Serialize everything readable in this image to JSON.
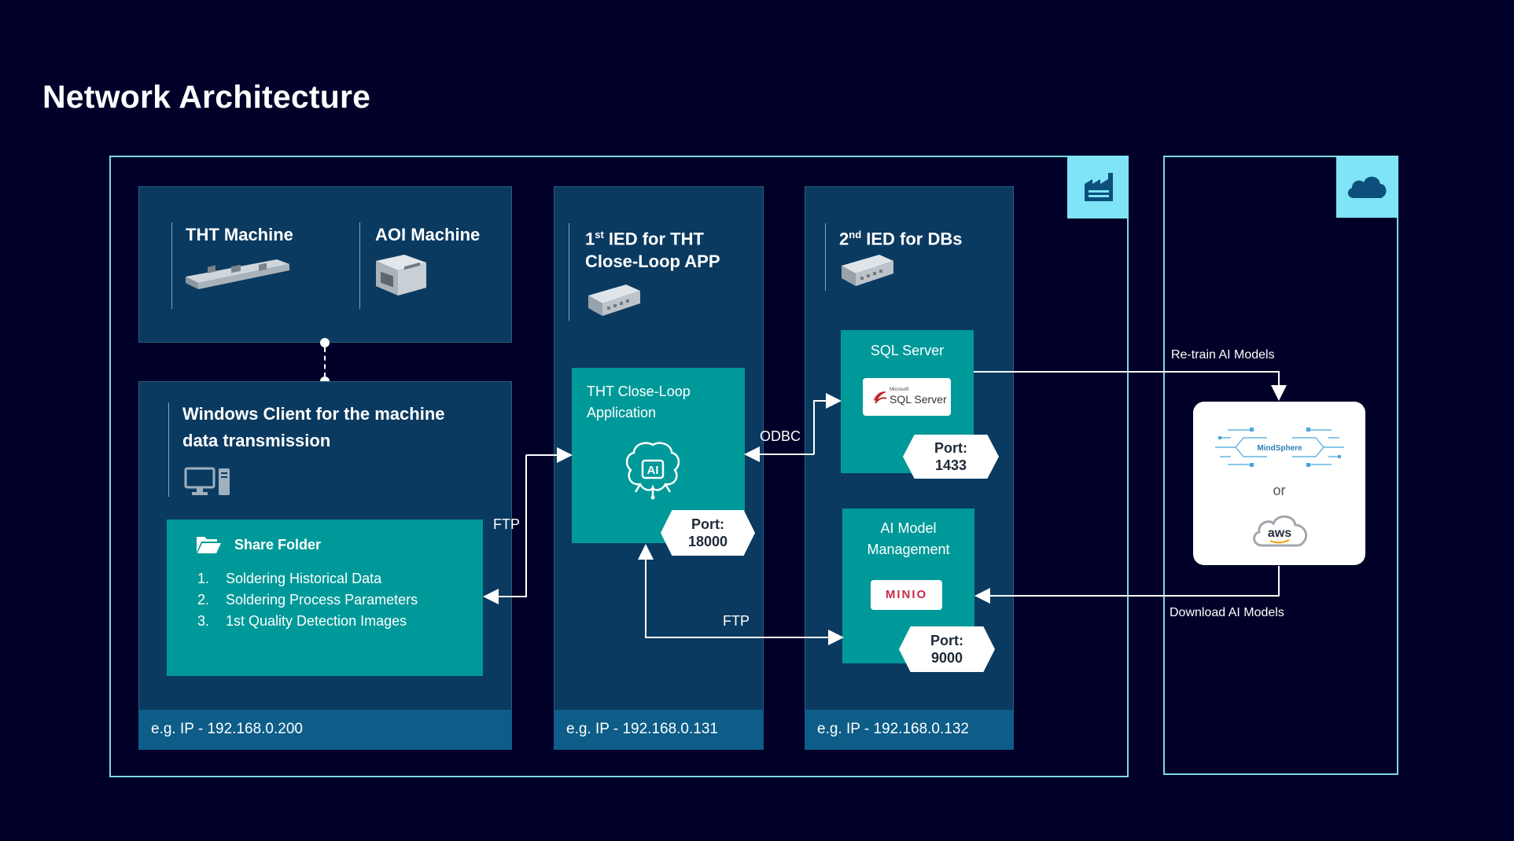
{
  "title": "Network Architecture",
  "machines": {
    "tht_label": "THT Machine",
    "aoi_label": "AOI Machine"
  },
  "windows_client": {
    "title_line1": "Windows Client for the machine",
    "title_line2": "data transmission",
    "share_folder": {
      "title": "Share Folder",
      "items": [
        {
          "num": "1.",
          "text": "Soldering Historical Data"
        },
        {
          "num": "2.",
          "text": "Soldering Process Parameters"
        },
        {
          "num": "3.",
          "text": "1st Quality Detection Images"
        }
      ]
    },
    "ip": "e.g. IP - 192.168.0.200"
  },
  "ied1": {
    "title_prefix": "1",
    "title_sup": "st",
    "title_rest": " IED for THT",
    "title_line2": "Close-Loop APP",
    "app_line1": "THT Close-Loop",
    "app_line2": "Application",
    "ai_badge": "AI",
    "port_label": "Port:",
    "port_value": "18000",
    "ip": "e.g. IP - 192.168.0.131"
  },
  "ied2": {
    "title_prefix": "2",
    "title_sup": "nd",
    "title_rest": " IED for DBs",
    "sql": {
      "label": "SQL Server",
      "logo_small": "Microsoft",
      "logo_text": "SQL Server",
      "port_label": "Port:",
      "port_value": "1433"
    },
    "ai_mgmt": {
      "label_line1": "AI Model",
      "label_line2": "Management",
      "logo_text": "MINIO",
      "port_label": "Port:",
      "port_value": "9000"
    },
    "ip": "e.g. IP - 192.168.0.132"
  },
  "connections": {
    "ftp_left": "FTP",
    "odbc": "ODBC",
    "ftp_bottom": "FTP",
    "retrain": "Re-train AI Models",
    "download": "Download AI Models"
  },
  "cloud": {
    "mindsphere": "MindSphere",
    "or": "or",
    "aws": "aws"
  },
  "colors": {
    "background": "#000028",
    "panel": "#0b3a60",
    "teal": "#009999",
    "frame": "#7fd6e6",
    "ipbar": "#0d5d88"
  },
  "icons": [
    "factory-icon",
    "cloud-icon",
    "computer-icon",
    "folder-icon",
    "ai-brain-icon"
  ]
}
